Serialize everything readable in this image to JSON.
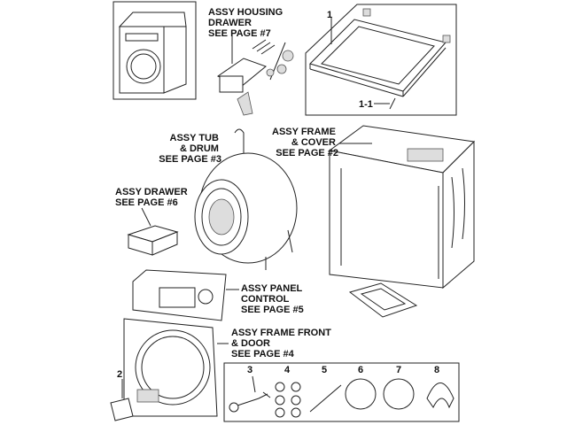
{
  "labels": {
    "housing_drawer": [
      "ASSY HOUSING",
      "DRAWER",
      "SEE PAGE #7"
    ],
    "frame_cover": [
      "ASSY FRAME",
      "& COVER",
      "SEE PAGE #2"
    ],
    "tub_drum": [
      "ASSY TUB",
      "& DRUM",
      "SEE PAGE #3"
    ],
    "drawer": [
      "ASSY DRAWER",
      "SEE PAGE #6"
    ],
    "panel_control": [
      "ASSY PANEL",
      "CONTROL",
      "SEE PAGE #5"
    ],
    "frame_front_door": [
      "ASSY FRAME FRONT",
      "& DOOR",
      "SEE PAGE #4"
    ]
  },
  "part_numbers": {
    "top_cover": "1",
    "top_cover_screw": "1-1",
    "cover_plate": "2",
    "accessories": [
      "3",
      "4",
      "5",
      "6",
      "7",
      "8"
    ]
  }
}
